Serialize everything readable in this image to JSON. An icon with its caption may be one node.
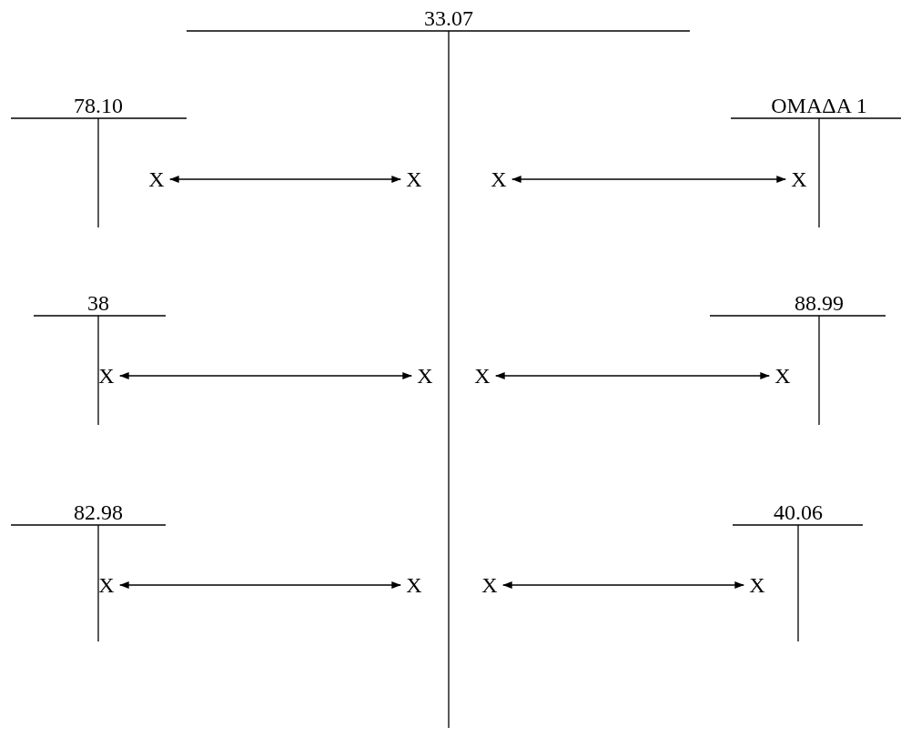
{
  "diagram": {
    "nodes": [
      {
        "text": [
          "33.07"
        ]
      },
      {
        "text": [
          "78.10"
        ]
      },
      {
        "text": [
          "X"
        ],
        "in": 1
      },
      {
        "text": [
          "X"
        ],
        "in": 0
      },
      {
        "text": [
          "X"
        ],
        "in": 0
      },
      {
        "text": [
          "ΟΜΑΔΑ 1"
        ]
      },
      {
        "text": [
          "X"
        ],
        "in": 5
      },
      {
        "text": [
          "38"
        ]
      },
      {
        "text": [
          "X"
        ],
        "in": 7
      },
      {
        "text": [
          "X"
        ],
        "in": 0
      },
      {
        "text": [
          "X"
        ],
        "in": 0
      },
      {
        "text": [
          "88.99"
        ]
      },
      {
        "text": [
          "X"
        ],
        "in": 11
      },
      {
        "text": [
          "82.98"
        ]
      },
      {
        "text": [
          "X"
        ],
        "in": 13
      },
      {
        "text": [
          "X"
        ],
        "in": 0
      },
      {
        "text": [
          "X"
        ],
        "in": 0
      },
      {
        "text": [
          "40.06"
        ]
      },
      {
        "text": [
          "X"
        ],
        "in": 17
      }
    ],
    "edges": [
      {
        "from": 2,
        "to": 3,
        "arrow": "both"
      },
      {
        "from": 4,
        "to": 6,
        "arrow": "both"
      },
      {
        "from": 8,
        "to": 9,
        "arrow": "both"
      },
      {
        "from": 10,
        "to": 12,
        "arrow": "both"
      },
      {
        "from": 14,
        "to": 15,
        "arrow": "both"
      },
      {
        "from": 16,
        "to": 18,
        "arrow": "both"
      }
    ]
  }
}
